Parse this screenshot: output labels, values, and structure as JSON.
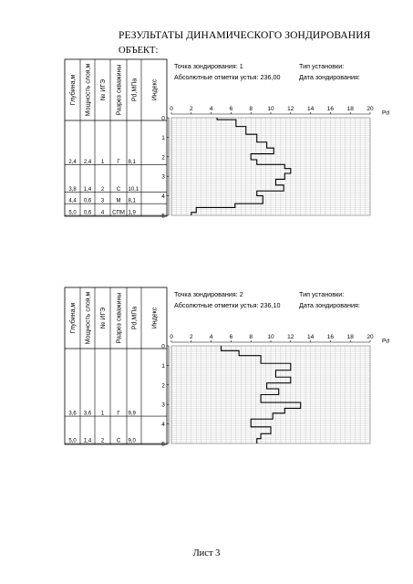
{
  "document": {
    "title": "РЕЗУЛЬТАТЫ ДИНАМИЧЕСКОГО ЗОНДИРОВАНИЯ",
    "object_label": "ОБЪЕКТ:",
    "footer": "Лист 3"
  },
  "column_headers": [
    "Глубина,м",
    "Мощность слоя,м",
    "№ ИГЭ",
    "Разрез скважины",
    "Pd,МПа",
    "Индекс"
  ],
  "x_axis": {
    "ticks": [
      "0",
      "2",
      "4",
      "6",
      "8",
      "10",
      "12",
      "14",
      "16",
      "18",
      "20"
    ],
    "unit": "Pd",
    "range": [
      0,
      20
    ]
  },
  "y_axis": {
    "ticks": [
      "0",
      "1",
      "2",
      "3",
      "4",
      "5"
    ],
    "range": [
      0,
      5
    ]
  },
  "panels": [
    {
      "point_label": "Точка зондирования: 1",
      "elevation_label": "Абсолютные отметки устья: 236,00",
      "rig_label": "Тип установки:",
      "date_label": "Дата зондирования:",
      "table_rows": [
        {
          "depth": "2,4",
          "thickness": "2,4",
          "ige": "1",
          "section": "Г",
          "pd": "8,1"
        },
        {
          "depth": "3,8",
          "thickness": "1,4",
          "ige": "2",
          "section": "С",
          "pd": "10,1"
        },
        {
          "depth": "4,4",
          "thickness": "0,6",
          "ige": "3",
          "section": "М",
          "pd": "8,1"
        },
        {
          "depth": "5,0",
          "thickness": "0,6",
          "ige": "4",
          "section": "СПМ",
          "pd": "1,9"
        }
      ],
      "profile": [
        {
          "from": 0.0,
          "to": 0.1,
          "pd": 4.6
        },
        {
          "from": 0.1,
          "to": 0.45,
          "pd": 6.5
        },
        {
          "from": 0.45,
          "to": 0.85,
          "pd": 7.5
        },
        {
          "from": 0.85,
          "to": 1.25,
          "pd": 8.6
        },
        {
          "from": 1.25,
          "to": 1.55,
          "pd": 9.6
        },
        {
          "from": 1.55,
          "to": 1.85,
          "pd": 10.3
        },
        {
          "from": 1.85,
          "to": 2.15,
          "pd": 8.0
        },
        {
          "from": 2.15,
          "to": 2.4,
          "pd": 8.6
        },
        {
          "from": 2.4,
          "to": 2.6,
          "pd": 11.4
        },
        {
          "from": 2.6,
          "to": 2.85,
          "pd": 12.0
        },
        {
          "from": 2.85,
          "to": 3.15,
          "pd": 11.4
        },
        {
          "from": 3.15,
          "to": 3.45,
          "pd": 10.5
        },
        {
          "from": 3.45,
          "to": 3.75,
          "pd": 11.3
        },
        {
          "from": 3.75,
          "to": 4.0,
          "pd": 8.6
        },
        {
          "from": 4.0,
          "to": 4.4,
          "pd": 9.2
        },
        {
          "from": 4.4,
          "to": 4.6,
          "pd": 6.4
        },
        {
          "from": 4.6,
          "to": 4.85,
          "pd": 2.5
        },
        {
          "from": 4.85,
          "to": 5.0,
          "pd": 2.0
        }
      ]
    },
    {
      "point_label": "Точка зондирования: 2",
      "elevation_label": "Абсолютные отметки устья: 236,10",
      "rig_label": "Тип установки:",
      "date_label": "Дата зондирования:",
      "table_rows": [
        {
          "depth": "3,6",
          "thickness": "3,6",
          "ige": "1",
          "section": "Г",
          "pd": "9,9"
        },
        {
          "depth": "5,0",
          "thickness": "1,4",
          "ige": "2",
          "section": "С",
          "pd": "9,0"
        }
      ],
      "profile": [
        {
          "from": 0.0,
          "to": 0.25,
          "pd": 5.0
        },
        {
          "from": 0.25,
          "to": 0.5,
          "pd": 6.8
        },
        {
          "from": 0.5,
          "to": 0.9,
          "pd": 9.0
        },
        {
          "from": 0.9,
          "to": 1.25,
          "pd": 12.0
        },
        {
          "from": 1.25,
          "to": 1.6,
          "pd": 10.5
        },
        {
          "from": 1.6,
          "to": 1.9,
          "pd": 12.0
        },
        {
          "from": 1.9,
          "to": 2.2,
          "pd": 9.6
        },
        {
          "from": 2.2,
          "to": 2.5,
          "pd": 10.8
        },
        {
          "from": 2.5,
          "to": 2.9,
          "pd": 9.0
        },
        {
          "from": 2.9,
          "to": 3.2,
          "pd": 13.0
        },
        {
          "from": 3.2,
          "to": 3.45,
          "pd": 11.4
        },
        {
          "from": 3.45,
          "to": 3.75,
          "pd": 10.2
        },
        {
          "from": 3.75,
          "to": 4.15,
          "pd": 8.0
        },
        {
          "from": 4.15,
          "to": 4.5,
          "pd": 10.0
        },
        {
          "from": 4.5,
          "to": 4.75,
          "pd": 9.0
        },
        {
          "from": 4.75,
          "to": 5.0,
          "pd": 8.6
        }
      ]
    }
  ]
}
